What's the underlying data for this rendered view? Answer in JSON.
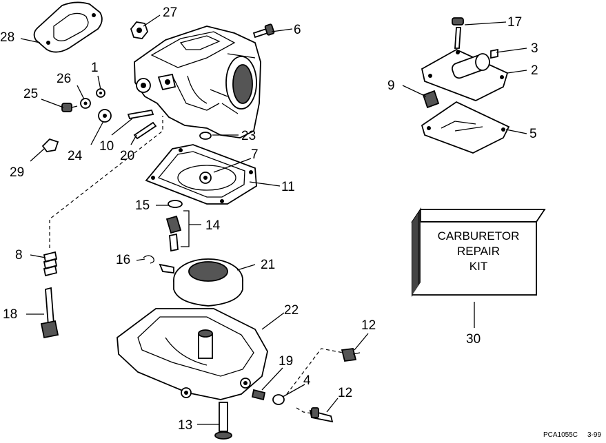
{
  "diagram": {
    "callouts": {
      "c1": "1",
      "c2": "2",
      "c3": "3",
      "c4": "4",
      "c5": "5",
      "c6": "6",
      "c7": "7",
      "c8": "8",
      "c9": "9",
      "c10": "10",
      "c11": "11",
      "c12a": "12",
      "c12b": "12",
      "c13": "13",
      "c14": "14",
      "c15": "15",
      "c16": "16",
      "c17": "17",
      "c18": "18",
      "c19": "19",
      "c20": "20",
      "c21": "21",
      "c22": "22",
      "c23": "23",
      "c24": "24",
      "c25": "25",
      "c26": "26",
      "c27": "27",
      "c28": "28",
      "c29": "29",
      "c30": "30"
    },
    "kit_box": {
      "line1": "CARBURETOR",
      "line2": "REPAIR",
      "line3": "KIT"
    },
    "figure_code": "PCA1055C",
    "date_code": "3-99"
  }
}
